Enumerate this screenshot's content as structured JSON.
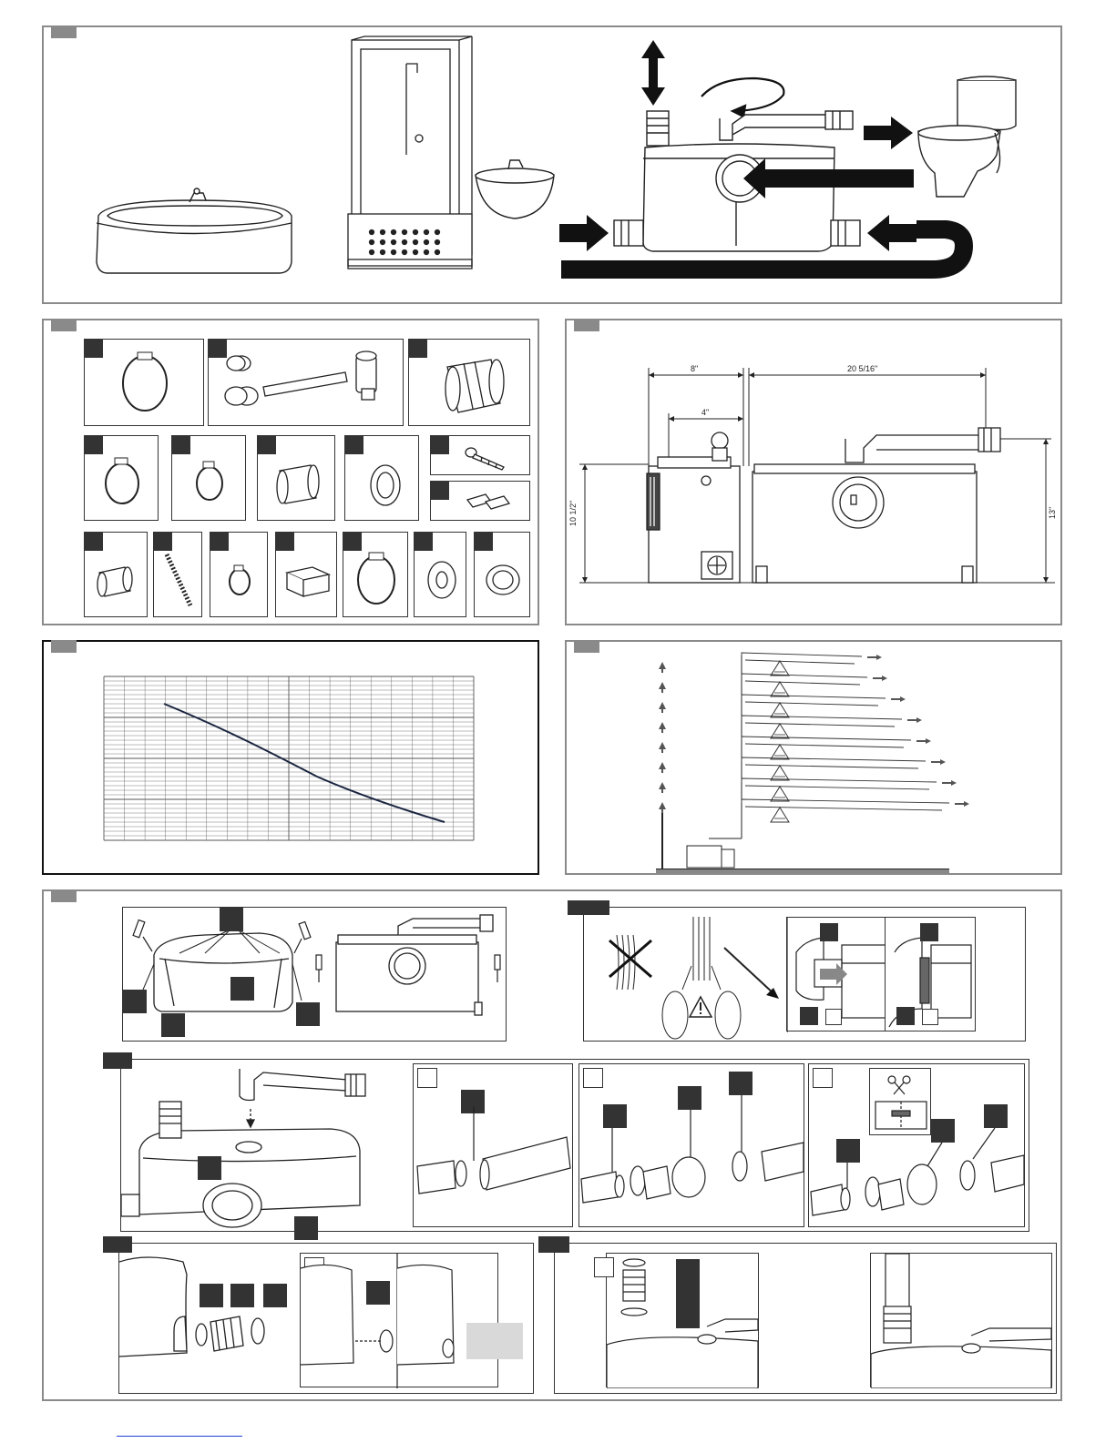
{
  "dimensions": {
    "width_a": "8\"",
    "width_b": "4\"",
    "width_total": "20 5/16\"",
    "height_a": "10 1/2\"",
    "height_b": "13\""
  },
  "colors": {
    "frame": "#8a8a8a",
    "ink": "#222222",
    "label_fill": "#333333",
    "link": "#1f3fd6"
  },
  "icons": [
    "bathtub-icon",
    "shower-cabin-icon",
    "washbasin-icon",
    "toilet-icon",
    "pump-unit-icon",
    "arrow-icon",
    "warning-icon",
    "screwdriver-icon",
    "clamp-icon",
    "pipe-icon",
    "coupling-icon",
    "cut-icon"
  ]
}
